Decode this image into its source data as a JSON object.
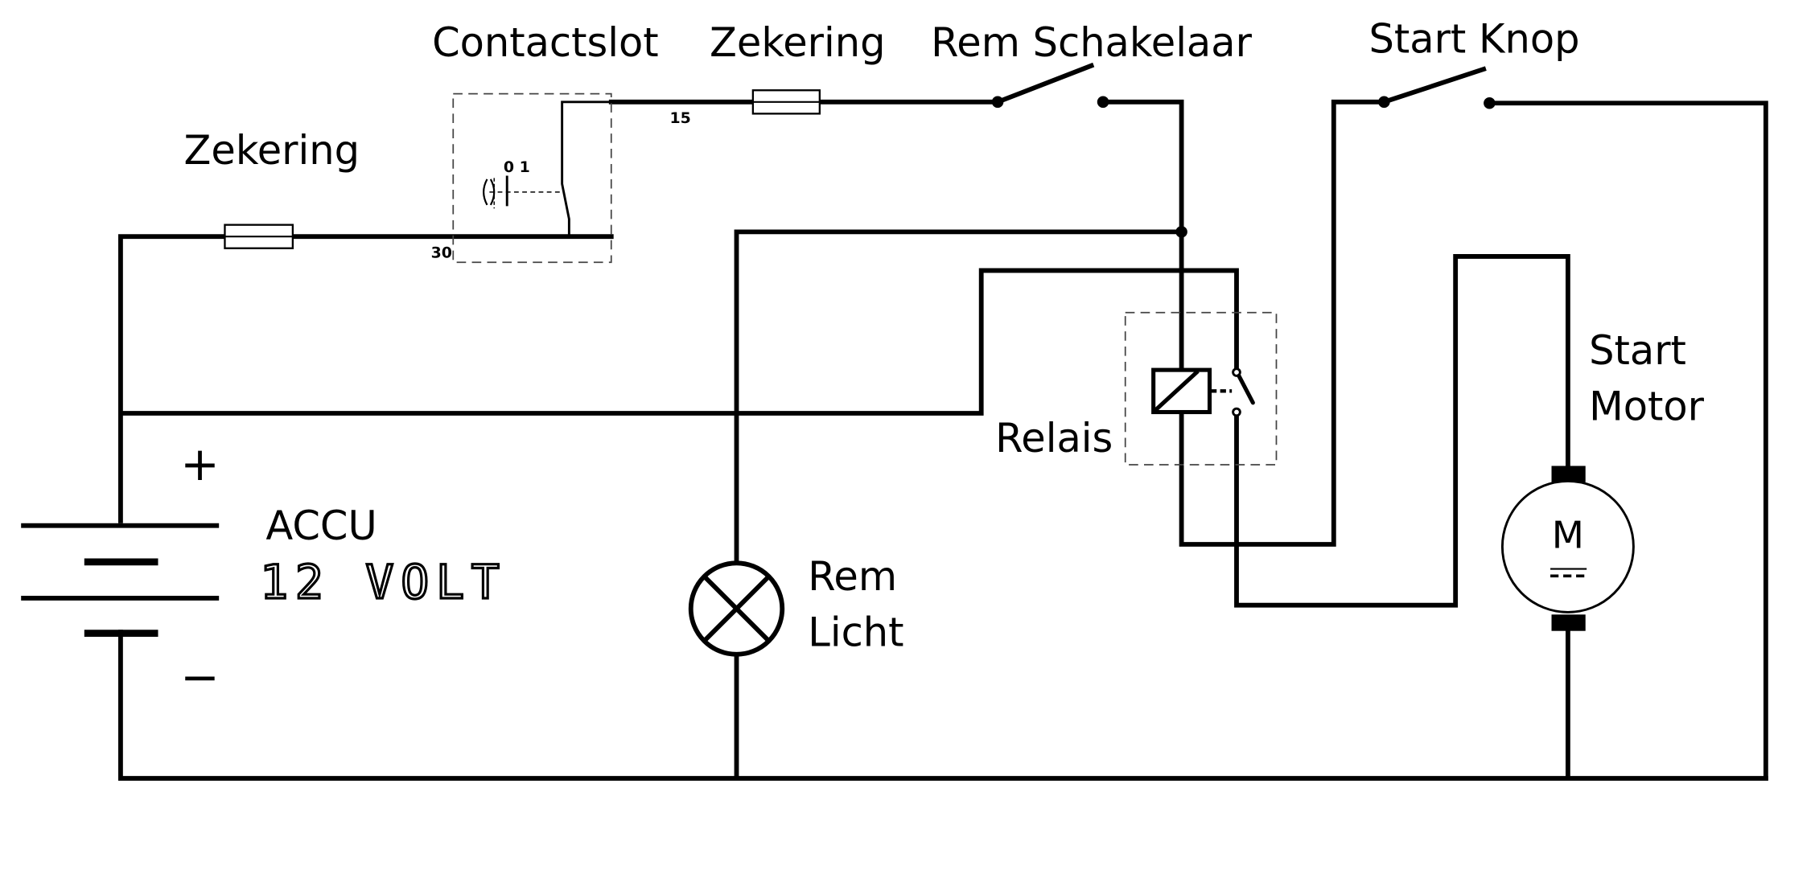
{
  "diagram": {
    "title": "Start motor circuit with brake switch and relay",
    "labels": {
      "fuse_main": "Zekering",
      "ignition_switch": "Contactslot",
      "fuse_ignition": "Zekering",
      "brake_switch": "Rem Schakelaar",
      "start_button": "Start Knop",
      "starter_motor_line1": "Start",
      "starter_motor_line2": "Motor",
      "relay": "Relais",
      "brake_light_line1": "Rem",
      "brake_light_line2": "Licht",
      "battery_line1": "ACCU",
      "battery_line2": "12 VOLT",
      "plus": "+",
      "minus": "−"
    },
    "terminals": {
      "ignition_in": "30",
      "ignition_out": "15",
      "key_positions": "0 1"
    },
    "motor_symbol": "M",
    "components": [
      {
        "id": "battery",
        "type": "battery",
        "voltage": "12 VOLT"
      },
      {
        "id": "fuse-main",
        "type": "fuse"
      },
      {
        "id": "ignition-switch",
        "type": "key-switch",
        "terminals": [
          "30",
          "15"
        ]
      },
      {
        "id": "fuse-ignition",
        "type": "fuse"
      },
      {
        "id": "brake-switch",
        "type": "switch-no"
      },
      {
        "id": "brake-light",
        "type": "lamp"
      },
      {
        "id": "relay",
        "type": "relay"
      },
      {
        "id": "start-button",
        "type": "switch-no"
      },
      {
        "id": "starter-motor",
        "type": "dc-motor"
      }
    ]
  }
}
